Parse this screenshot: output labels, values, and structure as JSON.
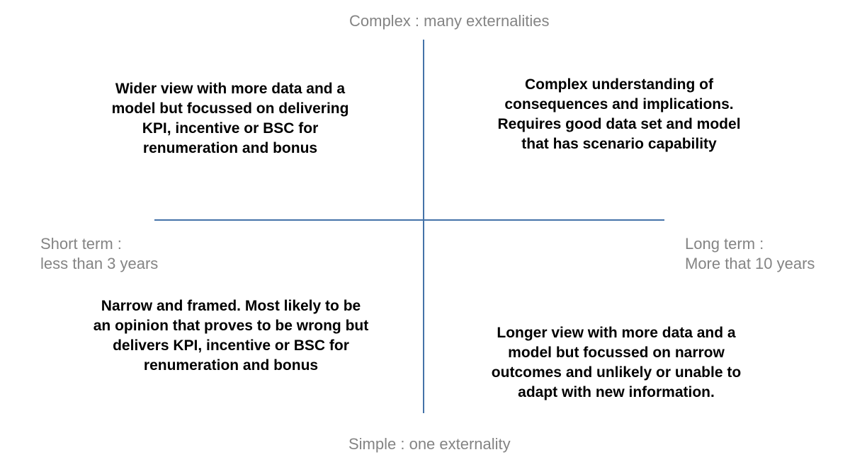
{
  "diagram": {
    "type": "2x2-matrix",
    "axes": {
      "vertical": {
        "top_label": "Complex : many externalities",
        "bottom_label": "Simple : one externality",
        "color": "#4472a8"
      },
      "horizontal": {
        "left_label": "Short term :\nless than 3 years",
        "right_label": "Long term :\nMore that 10 years",
        "color": "#4472a8"
      }
    },
    "label_color": "#848484",
    "quadrant_text_color": "#000000",
    "quadrants": {
      "top_left": "Wider view with more data and a model but focussed on delivering KPI, incentive or BSC for renumeration and bonus",
      "top_right": "Complex understanding of consequences and implications.  Requires good data set and model that has scenario capability",
      "bottom_left": "Narrow and framed. Most likely to be an opinion that proves to be wrong but delivers KPI, incentive or BSC for renumeration and bonus",
      "bottom_right": "Longer view with more data and a model but focussed on narrow outcomes and unlikely or unable to adapt with new information."
    }
  }
}
